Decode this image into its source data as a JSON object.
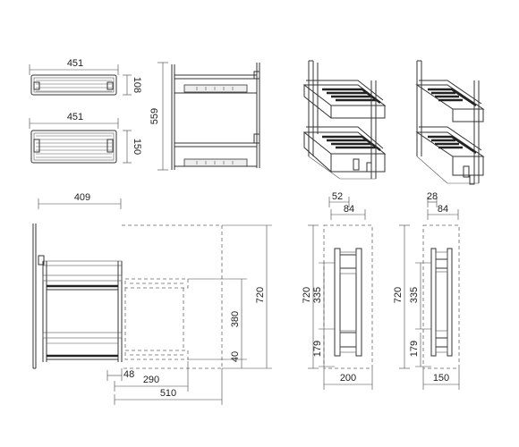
{
  "dimensions": {
    "top_view_1_width": "451",
    "top_view_1_depth": "108",
    "top_view_2_width": "451",
    "top_view_2_depth": "150",
    "side_height": "559",
    "cabinet_depth": "409",
    "cabinet_height": "720",
    "shelf_spacing": "380",
    "bottom_offset": "40",
    "rail_offset": "48",
    "pull_out_mid": "290",
    "pull_out_full": "510",
    "front_a_offset": "52",
    "front_a_width": "84",
    "front_a_height": "720",
    "front_a_upper": "335",
    "front_a_lower": "179",
    "front_a_cabinet_width": "200",
    "front_b_offset": "28",
    "front_b_width": "84",
    "front_b_height": "720",
    "front_b_upper": "335",
    "front_b_lower": "179",
    "front_b_cabinet_width": "150"
  }
}
